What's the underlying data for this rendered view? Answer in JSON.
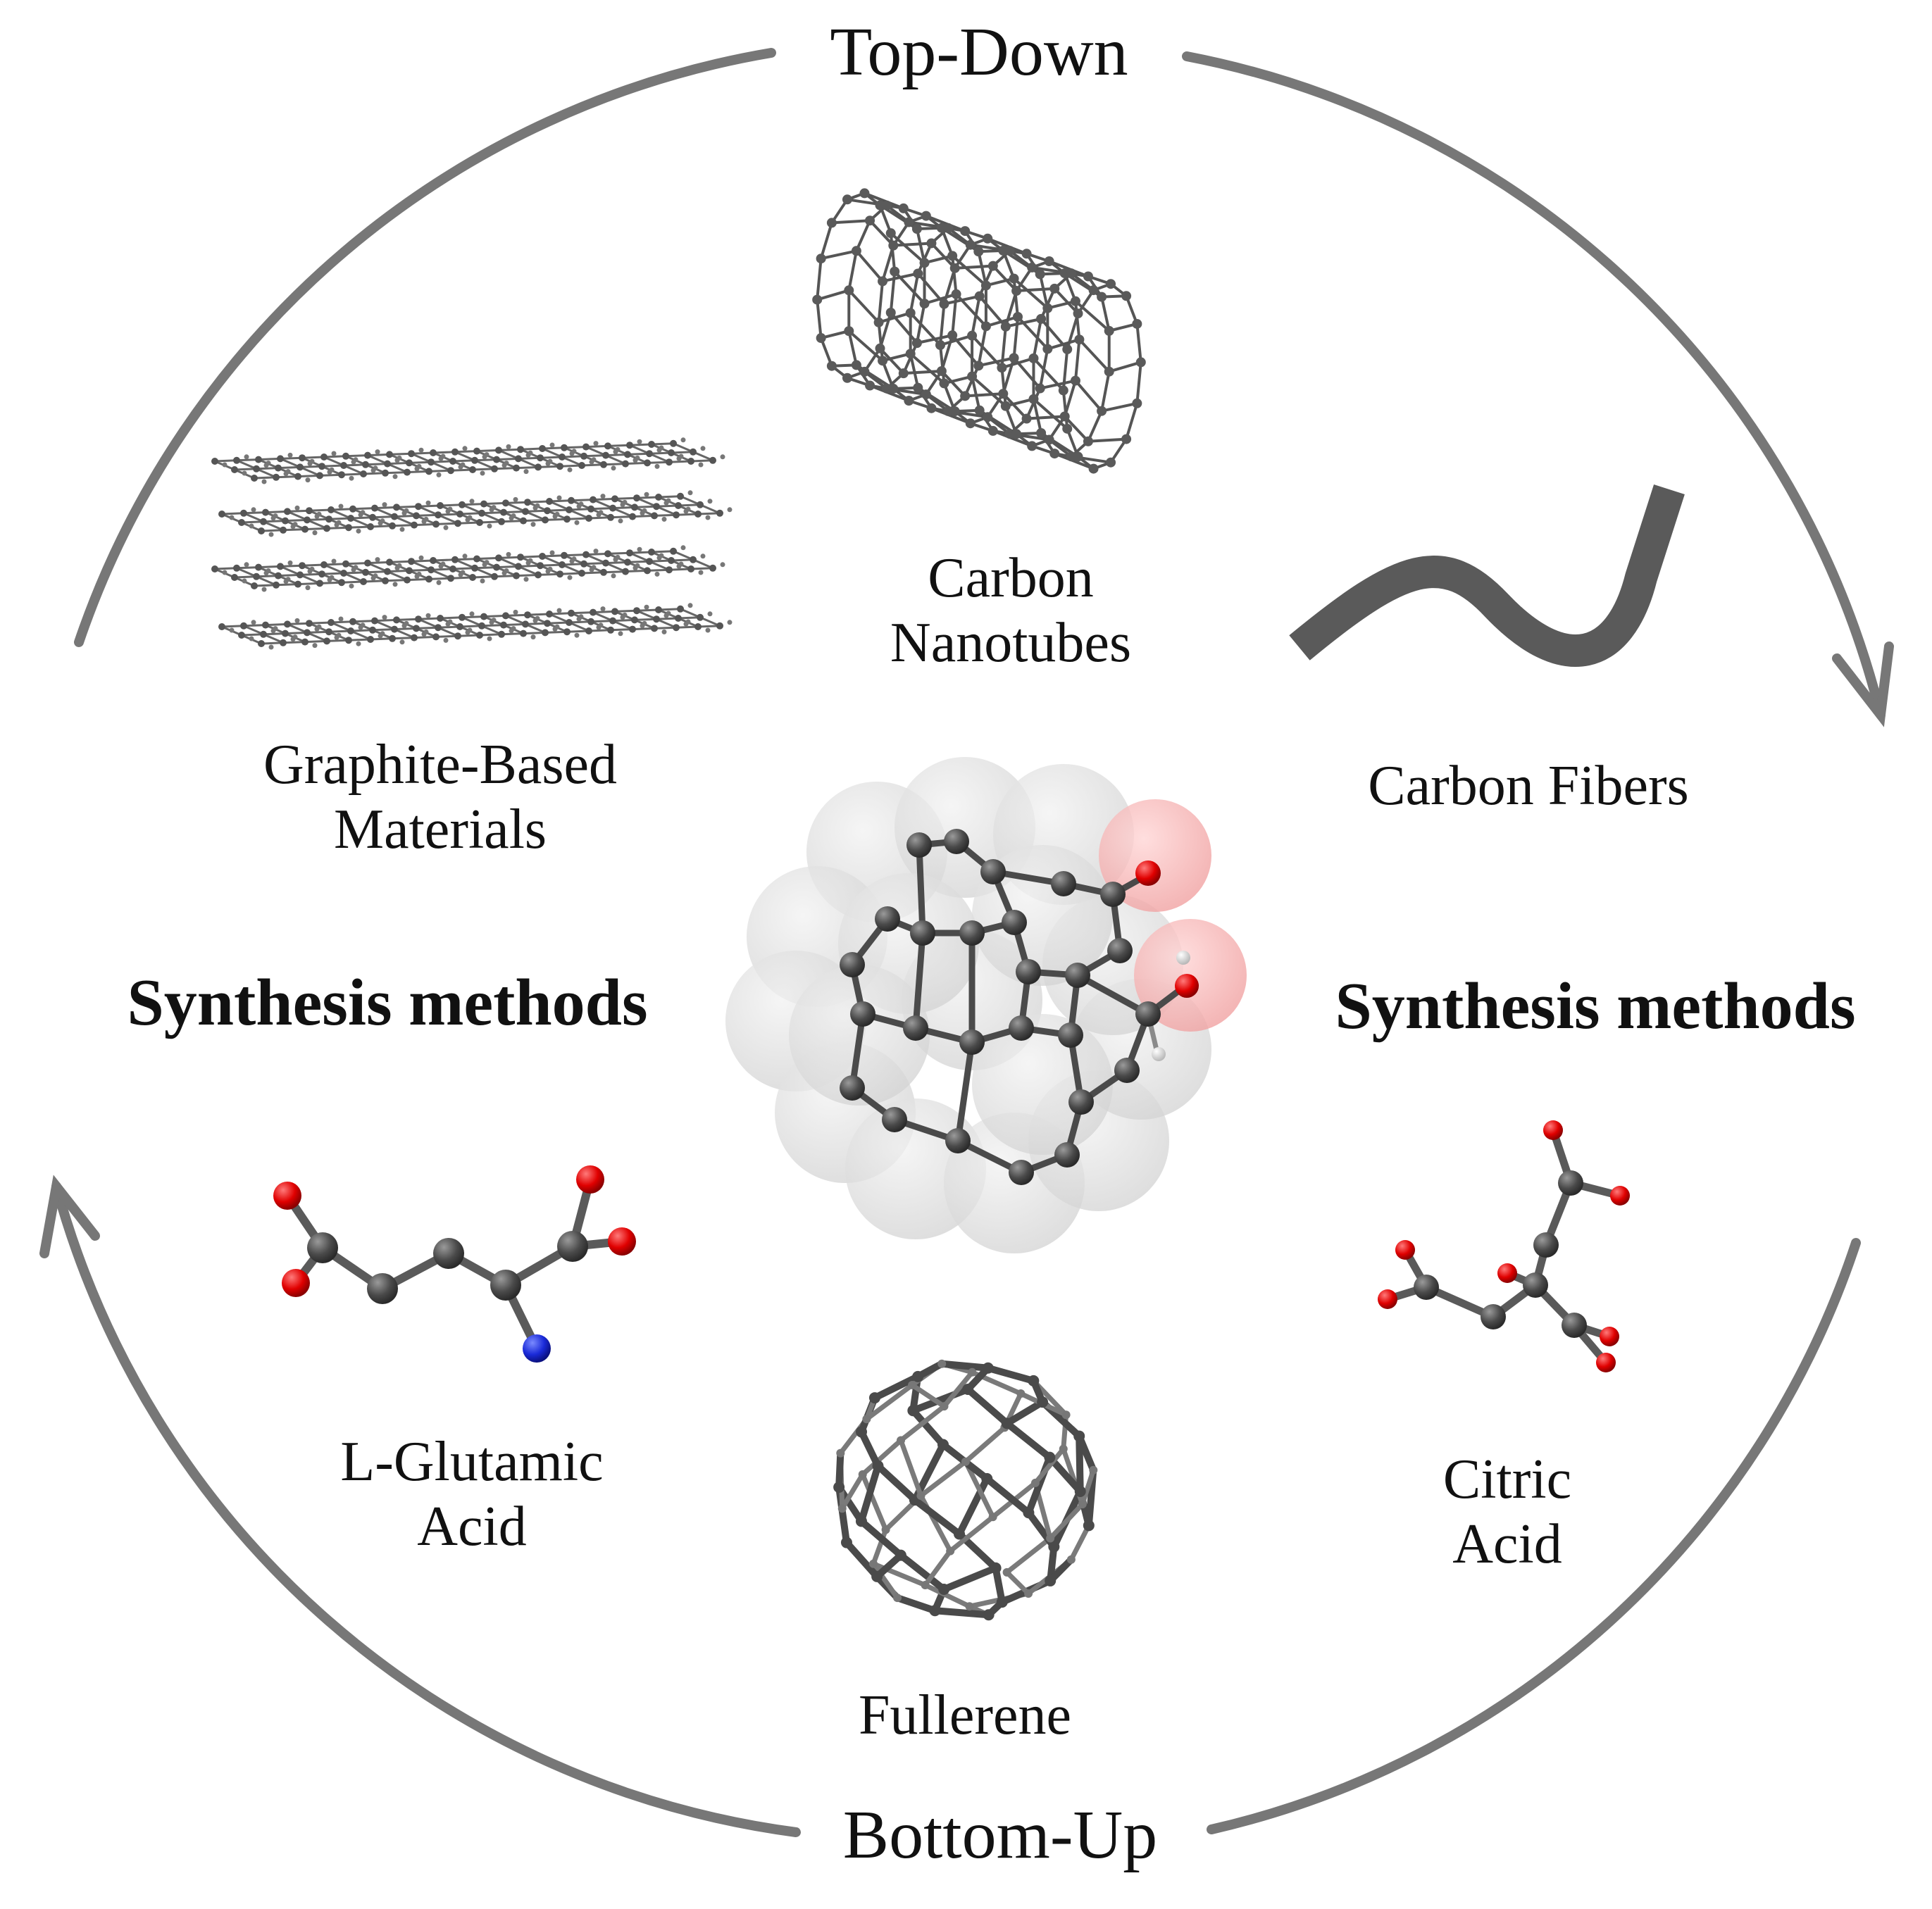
{
  "cycle": {
    "top_label": "Top-Down",
    "bottom_label": "Bottom-Up",
    "arrow_color": "#777777"
  },
  "side_labels": {
    "left": "Synthesis methods",
    "right": "Synthesis methods"
  },
  "materials": {
    "graphite": {
      "line1": "Graphite-Based",
      "line2": "Materials"
    },
    "nanotubes": {
      "line1": "Carbon",
      "line2": "Nanotubes"
    },
    "fibers": {
      "line1": "Carbon Fibers"
    },
    "glutamic": {
      "line1": "L-Glutamic",
      "line2": "Acid"
    },
    "fullerene": {
      "line1": "Fullerene"
    },
    "citric": {
      "line1": "Citric",
      "line2": "Acid"
    }
  },
  "colors": {
    "carbon": "#555555",
    "oxygen": "#e01010",
    "nitrogen": "#1020d0",
    "hydrogen": "#e6e6e6",
    "shell": "#d9d9d9",
    "shell_oxygen": "#f3a6a6"
  },
  "icons": [
    "graphite-layers-icon",
    "nanotube-icon",
    "carbon-fiber-icon",
    "carbon-dot-icon",
    "glutamic-acid-icon",
    "fullerene-icon",
    "citric-acid-icon"
  ]
}
